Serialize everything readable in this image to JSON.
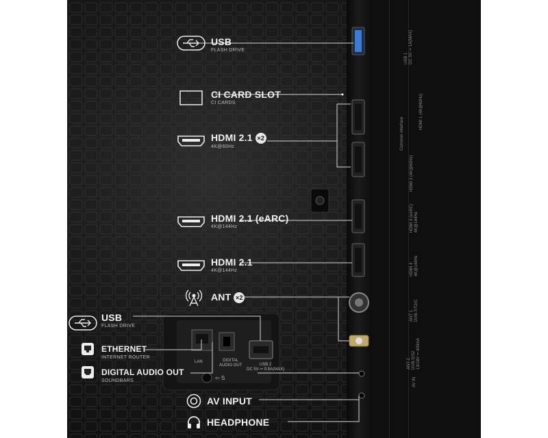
{
  "labels": {
    "usb_top": {
      "title": "USB",
      "sub": "FLASH DRIVE"
    },
    "ci_slot": {
      "title": "CI CARD SLOT",
      "sub": "CI CARDS"
    },
    "hdmi_x2": {
      "title": "HDMI 2.1",
      "badge": "×2",
      "sub": "4K@60Hz"
    },
    "hdmi_earc": {
      "title": "HDMI 2.1 (eARC)",
      "sub": "4K@144Hz"
    },
    "hdmi_144": {
      "title": "HDMI 2.1",
      "sub": "4K@144Hz"
    },
    "ant": {
      "title": "ANT",
      "badge": "×2"
    },
    "usb_bottom": {
      "title": "USB",
      "sub": "FLASH DRIVE"
    },
    "ethernet": {
      "title": "ETHERNET",
      "sub": "INTERNET ROUTER"
    },
    "digital_audio": {
      "title": "DIGITAL AUDIO OUT",
      "sub": "SOUNDBARS"
    },
    "av_input": {
      "title": "AV INPUT"
    },
    "headphone": {
      "title": "HEADPHONE"
    }
  },
  "rear_panel": {
    "lan": "LAN",
    "digital_audio_out": [
      "DIGITAL",
      "AUDIO OUT"
    ],
    "usb2": [
      "USB 2",
      "DC 5V ⎓ 0.5A(MAX)"
    ],
    "s_mark": "⇦ S"
  },
  "side_printing": {
    "usb1": [
      "USB 1",
      "DC 5V ⎓ 1A(MAX)"
    ],
    "common_interface": "Common Interface",
    "hdmi1": "HDMI 1 (4K@60Hz)",
    "hdmi2": "HDMI 2 (4K@60Hz)",
    "hdmi3": [
      "HDMI 3 (eARC)",
      "4K@144Hz"
    ],
    "hdmi4": [
      "HDMI 4",
      "4K@144Hz"
    ],
    "ant1": [
      "ANT 1",
      "DVB-T/T2/C"
    ],
    "ant2": [
      "ANT 2",
      "DVB-S/S2",
      "13/18V ⎓ 400mA"
    ],
    "av_in": "AV IN"
  },
  "icons": [
    "usb-icon",
    "ci-card-icon",
    "hdmi-icon",
    "antenna-icon",
    "ethernet-icon",
    "optical-audio-icon",
    "av-input-icon",
    "headphone-icon"
  ],
  "colors": {
    "background": "#121212",
    "text": "#f2f2f2",
    "port_highlight": "#3a7bd5",
    "lines": "#d8d8d8"
  }
}
